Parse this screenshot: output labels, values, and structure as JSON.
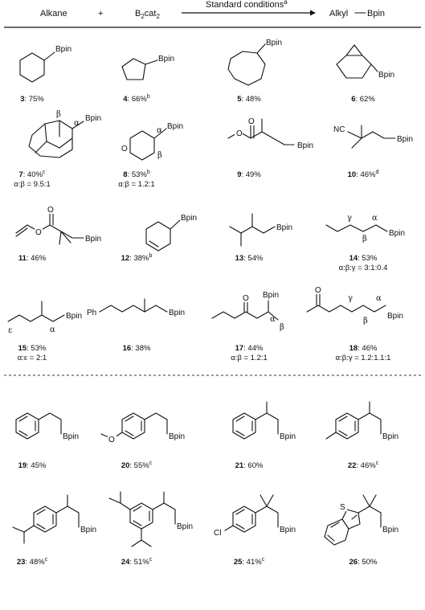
{
  "header": {
    "alkane": "Alkane",
    "plus": "+",
    "reagent_main": "B",
    "reagent_sub1": "2",
    "reagent_mid": "cat",
    "reagent_sub2": "2",
    "conditions": "Standard conditions",
    "conditions_sup": "a",
    "product_left": "Alkyl",
    "product_right": "Bpin"
  },
  "group": "Bpin",
  "atoms": {
    "O": "O",
    "NC": "NC",
    "Ph": "Ph",
    "S": "S",
    "Cl": "Cl"
  },
  "greek": {
    "alpha": "α",
    "beta": "β",
    "gamma": "γ",
    "epsilon": "ε"
  },
  "compounds": [
    {
      "id": "3",
      "yield": "75%",
      "sup": "",
      "ratio": ""
    },
    {
      "id": "4",
      "yield": "66%",
      "sup": "b",
      "ratio": ""
    },
    {
      "id": "5",
      "yield": "48%",
      "sup": "",
      "ratio": ""
    },
    {
      "id": "6",
      "yield": "62%",
      "sup": "",
      "ratio": ""
    },
    {
      "id": "7",
      "yield": "40%",
      "sup": "c",
      "ratio": "α:β = 9.5:1"
    },
    {
      "id": "8",
      "yield": "53%",
      "sup": "b",
      "ratio": "α:β = 1.2:1"
    },
    {
      "id": "9",
      "yield": "49%",
      "sup": "",
      "ratio": ""
    },
    {
      "id": "10",
      "yield": "46%",
      "sup": "d",
      "ratio": ""
    },
    {
      "id": "11",
      "yield": "46%",
      "sup": "",
      "ratio": ""
    },
    {
      "id": "12",
      "yield": "38%",
      "sup": "b",
      "ratio": ""
    },
    {
      "id": "13",
      "yield": "54%",
      "sup": "",
      "ratio": ""
    },
    {
      "id": "14",
      "yield": "53%",
      "sup": "",
      "ratio": "α:β:γ = 3:1:0.4"
    },
    {
      "id": "15",
      "yield": "53%",
      "sup": "",
      "ratio": "α:ε = 2:1"
    },
    {
      "id": "16",
      "yield": "38%",
      "sup": "",
      "ratio": ""
    },
    {
      "id": "17",
      "yield": "44%",
      "sup": "",
      "ratio": "α:β = 1.2:1"
    },
    {
      "id": "18",
      "yield": "46%",
      "sup": "",
      "ratio": "α:β:γ = 1.2:1.1:1"
    },
    {
      "id": "19",
      "yield": "45%",
      "sup": "",
      "ratio": ""
    },
    {
      "id": "20",
      "yield": "55%",
      "sup": "c",
      "ratio": ""
    },
    {
      "id": "21",
      "yield": "60%",
      "sup": "",
      "ratio": ""
    },
    {
      "id": "22",
      "yield": "46%",
      "sup": "c",
      "ratio": ""
    },
    {
      "id": "23",
      "yield": "48%",
      "sup": "c",
      "ratio": ""
    },
    {
      "id": "24",
      "yield": "51%",
      "sup": "c",
      "ratio": ""
    },
    {
      "id": "25",
      "yield": "41%",
      "sup": "c",
      "ratio": ""
    },
    {
      "id": "26",
      "yield": "50%",
      "sup": "",
      "ratio": ""
    }
  ]
}
